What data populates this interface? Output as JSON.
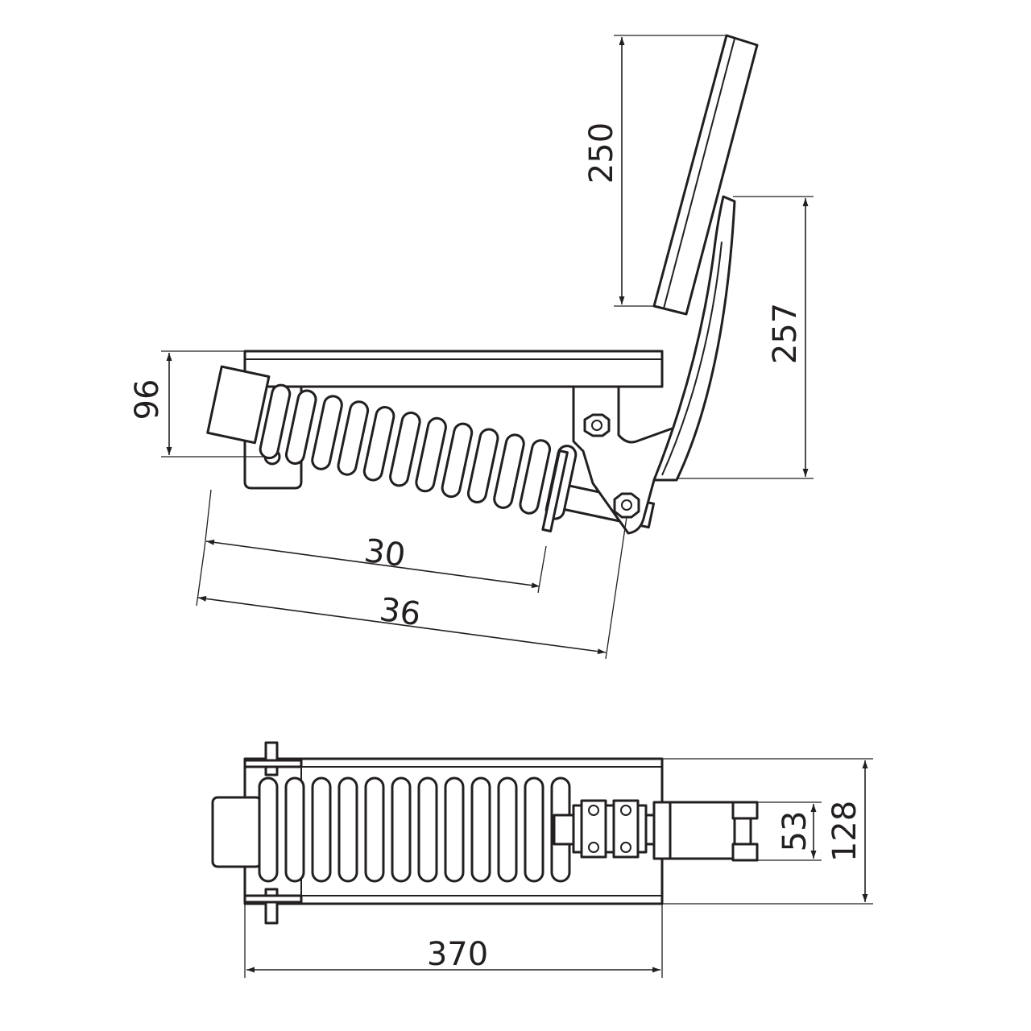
{
  "dimensions": {
    "pedal_length": "250",
    "pedal_height": "257",
    "frame_height": "96",
    "spring_length": "30",
    "overall_length": "36",
    "base_length": "370",
    "base_width": "128",
    "bracket_width": "53"
  }
}
